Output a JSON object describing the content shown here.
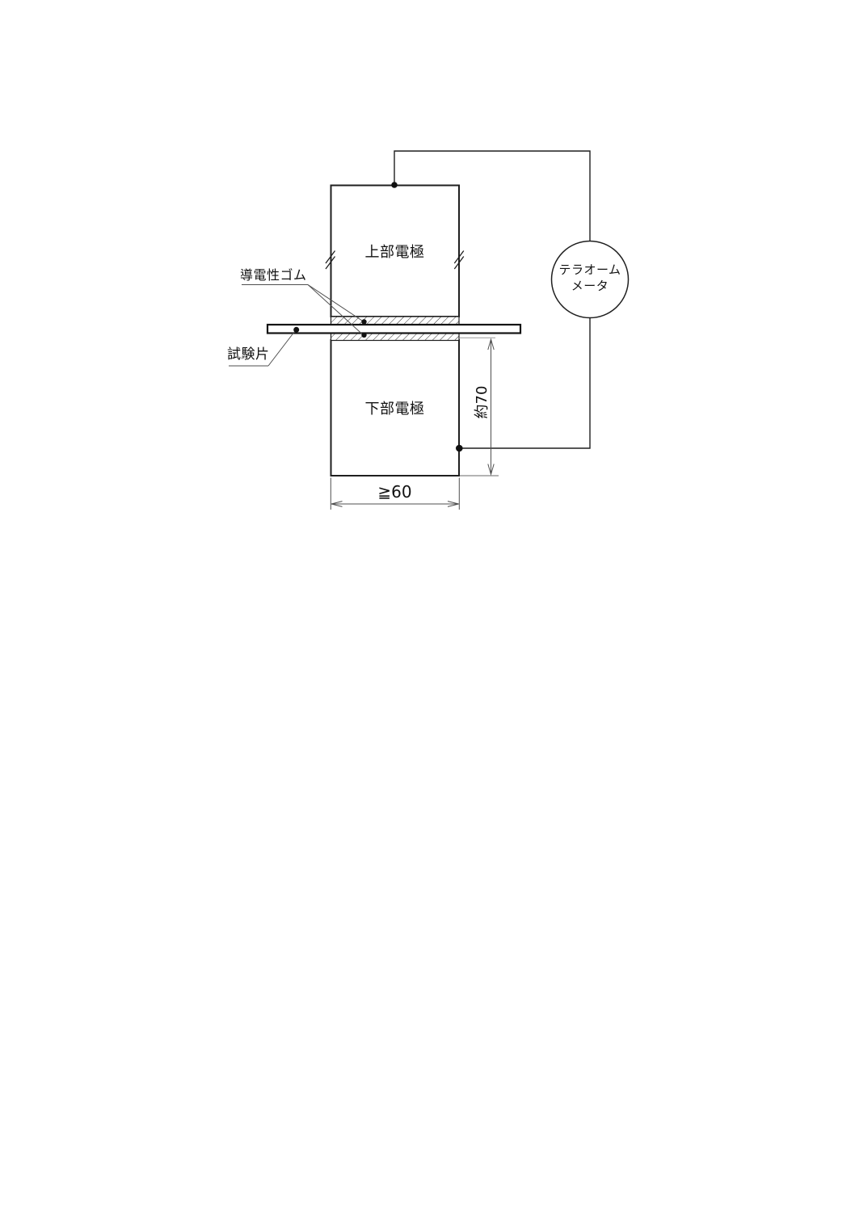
{
  "page": {
    "background": "#ffffff",
    "type": "technical-measurement-diagram"
  },
  "diagram": {
    "upper_electrode_label": "上部電極",
    "lower_electrode_label": "下部電極",
    "conductive_rubber_label": "導電性ゴム",
    "test_piece_label": "試験片",
    "meter": {
      "line1": "テラオーム",
      "line2": "メータ"
    },
    "dimensions": {
      "electrode_width": "≧60",
      "lower_height": "約70"
    },
    "colors": {
      "line": "#1f1f1f",
      "dimension_line": "#4f4f4f",
      "extension_line": "#9a9a9a",
      "text": "#111111",
      "background": "#ffffff"
    }
  }
}
